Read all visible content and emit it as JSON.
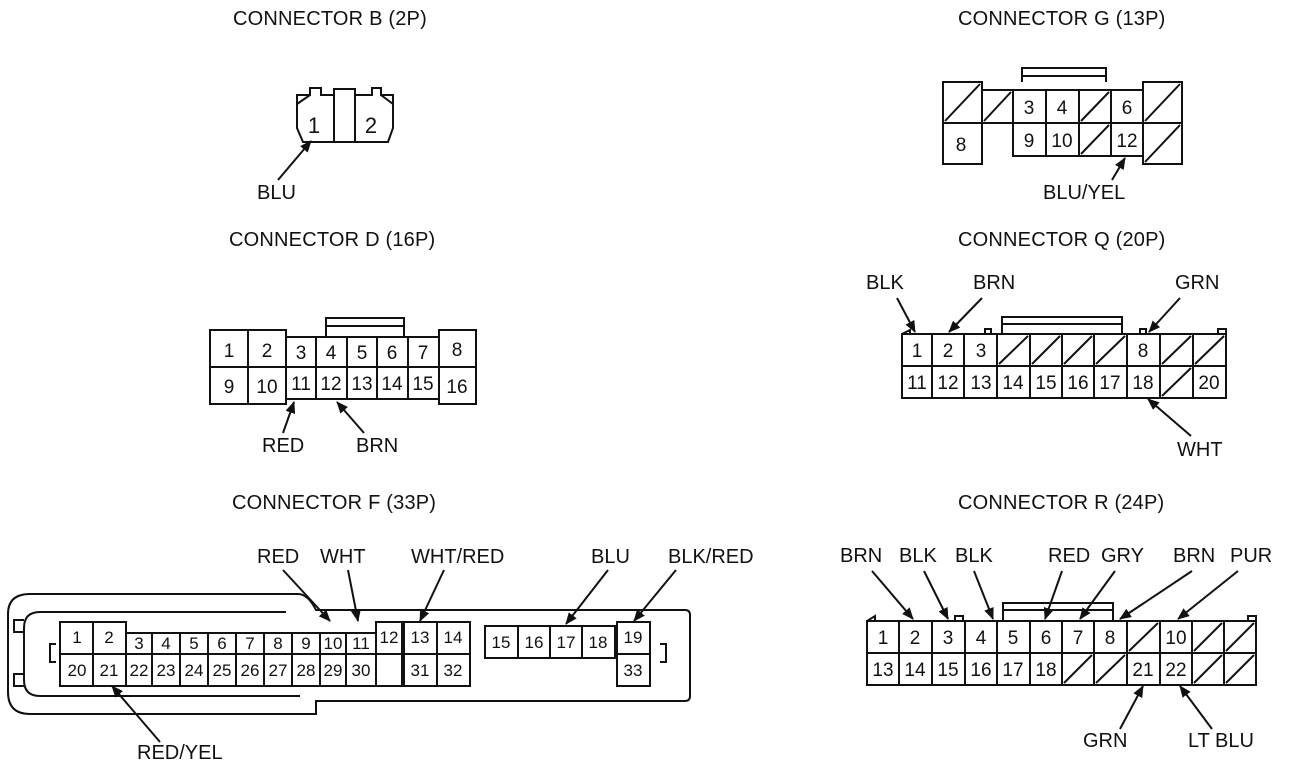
{
  "connectors": {
    "B": {
      "title": "CONNECTOR B (2P)",
      "pins": [
        "1",
        "2"
      ],
      "wires": [
        "BLU"
      ]
    },
    "G": {
      "title": "CONNECTOR G (13P)",
      "pins": [
        "3",
        "4",
        "6",
        "8",
        "9",
        "10",
        "12"
      ],
      "wires": [
        "BLU/YEL"
      ]
    },
    "D": {
      "title": "CONNECTOR D (16P)",
      "pins": [
        "1",
        "2",
        "3",
        "4",
        "5",
        "6",
        "7",
        "8",
        "9",
        "10",
        "11",
        "12",
        "13",
        "14",
        "15",
        "16"
      ],
      "wires": [
        "RED",
        "BRN"
      ]
    },
    "Q": {
      "title": "CONNECTOR Q (20P)",
      "pins": [
        "1",
        "2",
        "3",
        "8",
        "11",
        "12",
        "13",
        "14",
        "15",
        "16",
        "17",
        "18",
        "20"
      ],
      "wires": [
        "BLK",
        "BRN",
        "GRN",
        "WHT"
      ]
    },
    "F": {
      "title": "CONNECTOR F (33P)",
      "pins": [
        "1",
        "2",
        "3",
        "4",
        "5",
        "6",
        "7",
        "8",
        "9",
        "10",
        "11",
        "12",
        "13",
        "14",
        "15",
        "16",
        "17",
        "18",
        "19",
        "20",
        "21",
        "22",
        "23",
        "24",
        "25",
        "26",
        "27",
        "28",
        "29",
        "30",
        "31",
        "32",
        "33"
      ],
      "wires": [
        "RED",
        "WHT",
        "WHT/RED",
        "BLU",
        "BLK/RED",
        "RED/YEL"
      ]
    },
    "R": {
      "title": "CONNECTOR R (24P)",
      "pins": [
        "1",
        "2",
        "3",
        "4",
        "5",
        "6",
        "7",
        "8",
        "10",
        "13",
        "14",
        "15",
        "16",
        "17",
        "18",
        "21",
        "22"
      ],
      "wires": [
        "BRN",
        "BLK",
        "BLK",
        "RED",
        "GRY",
        "BRN",
        "PUR",
        "GRN",
        "LT BLU"
      ]
    }
  }
}
